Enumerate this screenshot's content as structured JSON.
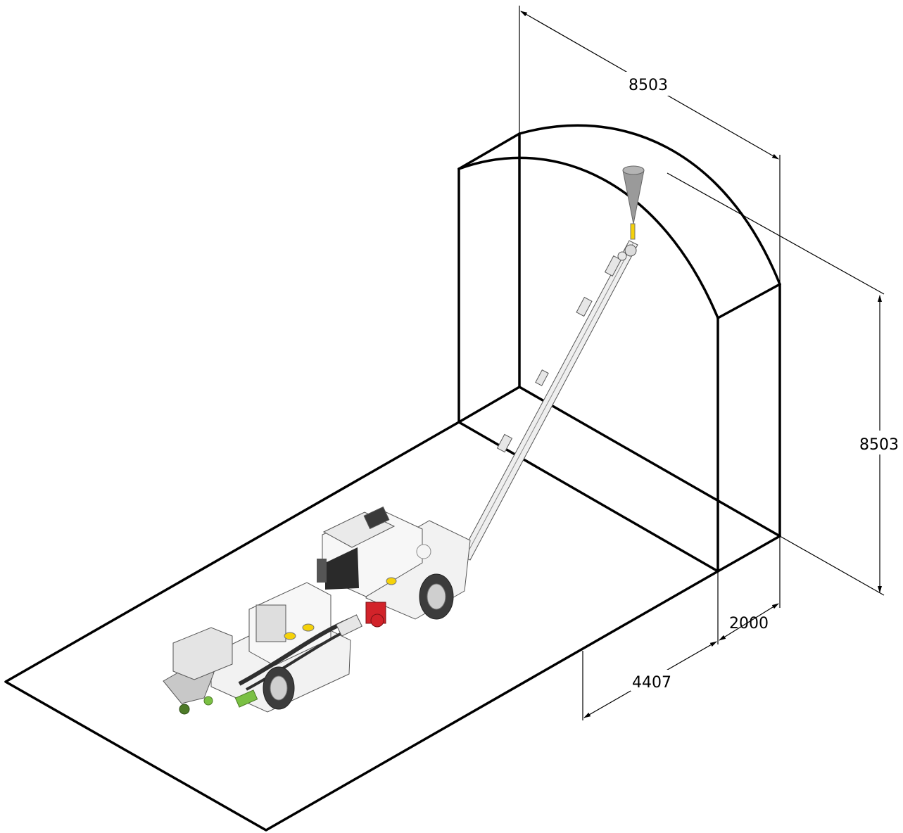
{
  "dimensions": {
    "top_width": "8503",
    "right_height": "8503",
    "bottom_depth": "2000",
    "bottom_length": "4407"
  },
  "colors": {
    "line": "#000000",
    "machine_body": "#f2f2f2",
    "machine_outline": "#555555",
    "accent_yellow": "#f5d20a",
    "accent_red": "#d2232a",
    "accent_green": "#7ac043",
    "nozzle_grey": "#9a9a9a"
  }
}
